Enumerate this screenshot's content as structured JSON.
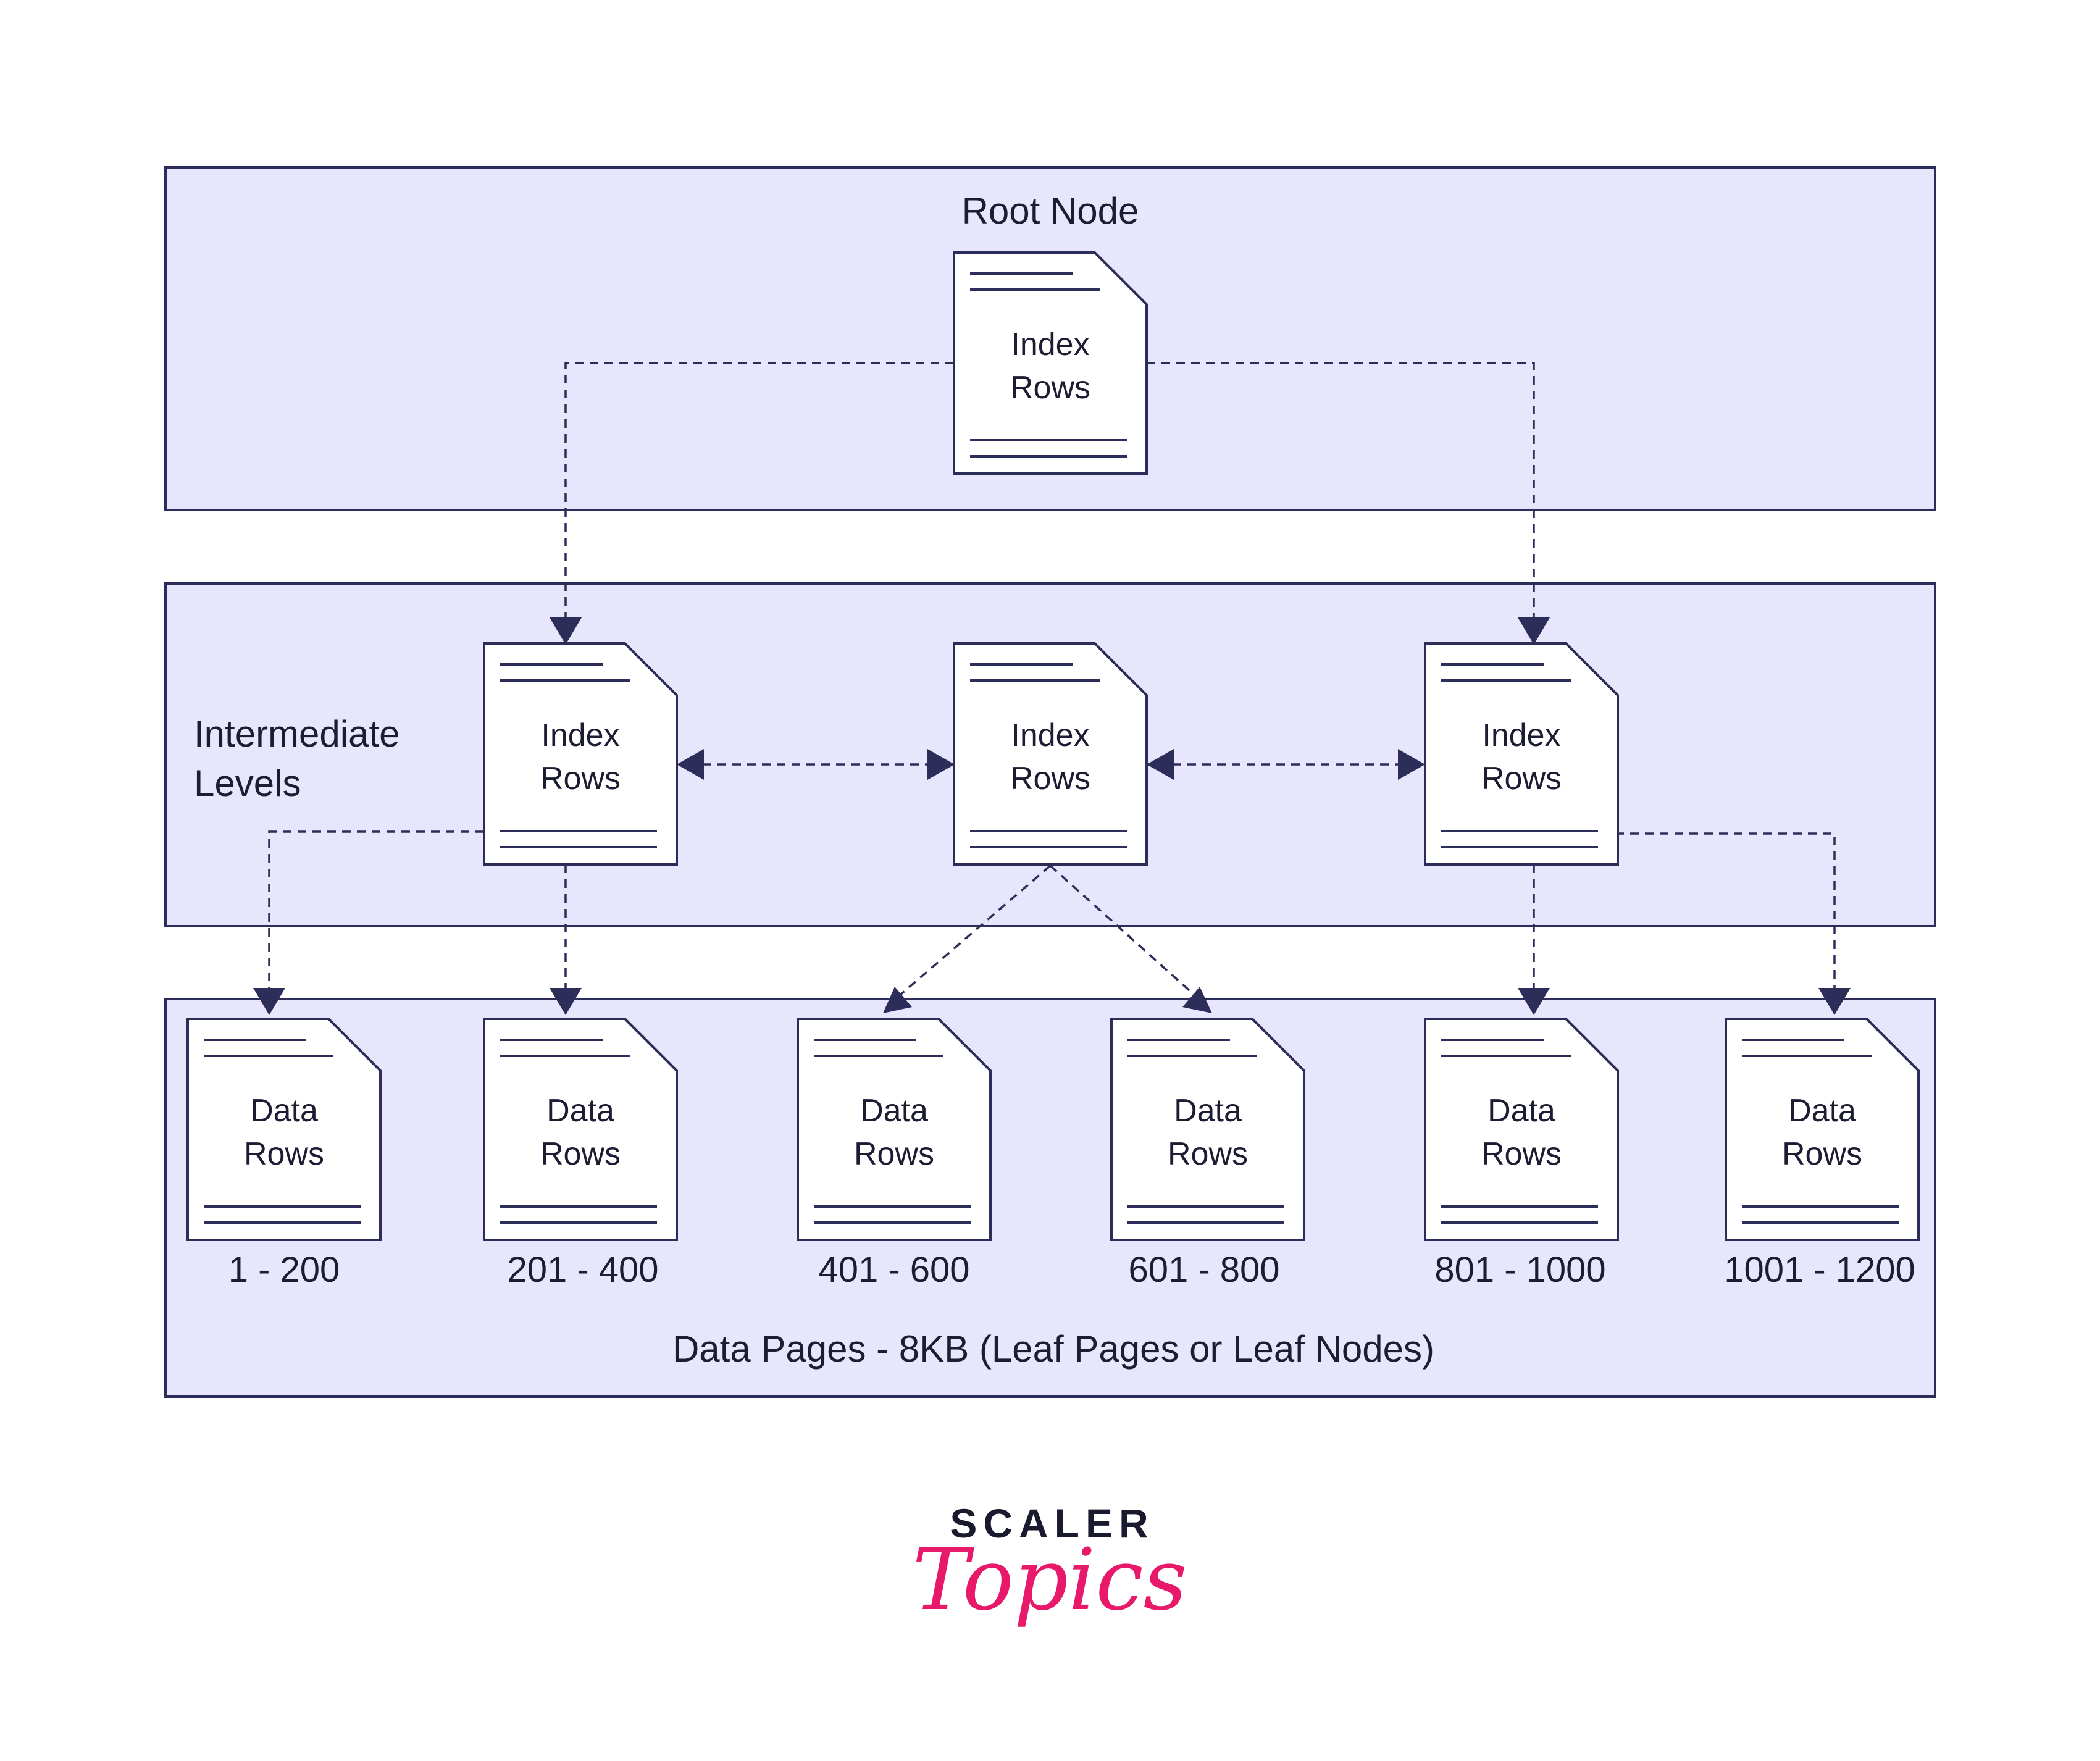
{
  "colors": {
    "panel_fill": "#e7e6fd",
    "stroke": "#2d2d5a",
    "text": "#1c1c33",
    "logo_dark": "#1a1a2e",
    "logo_accent": "#e8196a"
  },
  "levels": {
    "root": {
      "title": "Root Node",
      "nodes": [
        {
          "line1": "Index",
          "line2": "Rows"
        }
      ]
    },
    "intermediate": {
      "title_line1": "Intermediate",
      "title_line2": "Levels",
      "nodes": [
        {
          "line1": "Index",
          "line2": "Rows"
        },
        {
          "line1": "Index",
          "line2": "Rows"
        },
        {
          "line1": "Index",
          "line2": "Rows"
        }
      ]
    },
    "leaf": {
      "caption": "Data Pages - 8KB (Leaf Pages or Leaf Nodes)",
      "nodes": [
        {
          "line1": "Data",
          "line2": "Rows",
          "range": "1 - 200"
        },
        {
          "line1": "Data",
          "line2": "Rows",
          "range": "201 - 400"
        },
        {
          "line1": "Data",
          "line2": "Rows",
          "range": "401 - 600"
        },
        {
          "line1": "Data",
          "line2": "Rows",
          "range": "601 - 800"
        },
        {
          "line1": "Data",
          "line2": "Rows",
          "range": "801 - 1000"
        },
        {
          "line1": "Data",
          "line2": "Rows",
          "range": "1001 - 1200"
        }
      ]
    }
  },
  "logo": {
    "word": "SCALER",
    "script": "Topics"
  }
}
